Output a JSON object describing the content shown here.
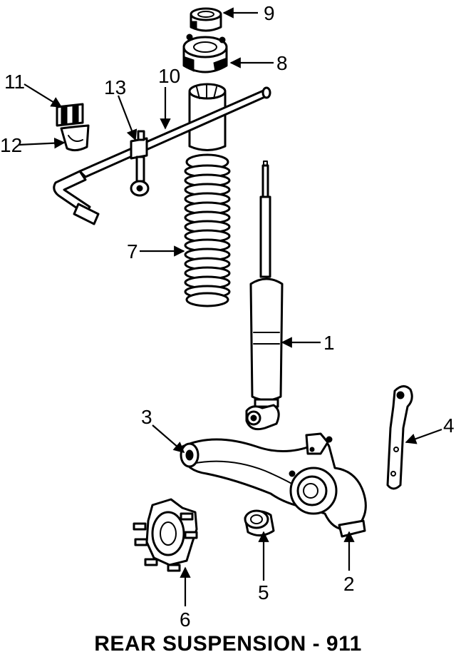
{
  "diagram": {
    "caption": "REAR SUSPENSION - 911",
    "callouts": [
      {
        "id": "1",
        "label": "1"
      },
      {
        "id": "2",
        "label": "2"
      },
      {
        "id": "3",
        "label": "3"
      },
      {
        "id": "4",
        "label": "4"
      },
      {
        "id": "5",
        "label": "5"
      },
      {
        "id": "6",
        "label": "6"
      },
      {
        "id": "7",
        "label": "7"
      },
      {
        "id": "8",
        "label": "8"
      },
      {
        "id": "9",
        "label": "9"
      },
      {
        "id": "10",
        "label": "10"
      },
      {
        "id": "11",
        "label": "11"
      },
      {
        "id": "12",
        "label": "12"
      },
      {
        "id": "13",
        "label": "13"
      }
    ]
  }
}
